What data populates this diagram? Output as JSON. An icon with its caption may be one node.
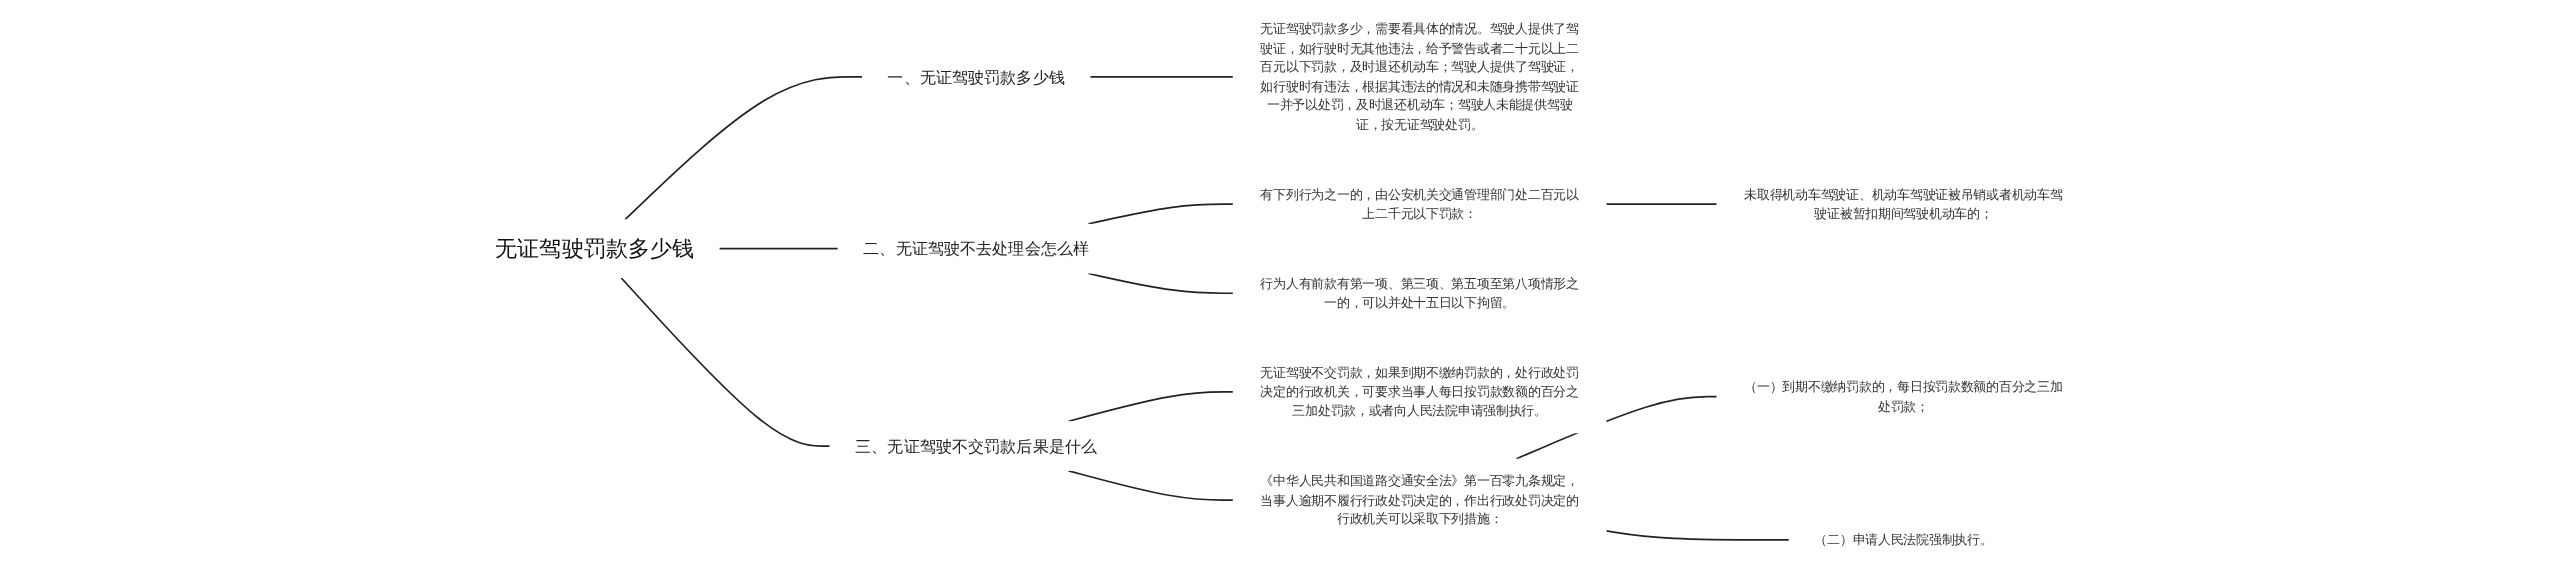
{
  "diagram": {
    "nodes": [
      {
        "text": [
          "无证驾驶罚款多少钱"
        ]
      },
      {
        "text": [
          "一、无证驾驶罚款多少钱"
        ]
      },
      {
        "text": [
          "无证驾驶罚款多少，需要看具体的情况。驾驶人提供了驾驶证，如行驶时无其他违法，给予警告或者二十元以上二百元以下罚款，及时退还机动车；驾驶人提供了驾驶证，如行驶时有违法，根据其违法的情况和未随身携带驾驶证一并予以处罚，及时退还机动车；驾驶人未能提供驾驶证，按无证驾驶处罚。"
        ]
      },
      {
        "text": [
          "二、无证驾驶不去处理会怎么样"
        ]
      },
      {
        "text": [
          "有下列行为之一的，由公安机关交通管理部门处二百元以上二千元以下罚款："
        ]
      },
      {
        "text": [
          "未取得机动车驾驶证、机动车驾驶证被吊销或者机动车驾驶证被暂扣期间驾驶机动车的；"
        ]
      },
      {
        "text": [
          "行为人有前款有第一项、第三项、第五项至第八项情形之一的，可以并处十五日以下拘留。"
        ]
      },
      {
        "text": [
          "三、无证驾驶不交罚款后果是什么"
        ]
      },
      {
        "text": [
          "无证驾驶不交罚款，如果到期不缴纳罚款的，处行政处罚决定的行政机关，可要求当事人每日按罚款数额的百分之三加处罚款，或者向人民法院申请强制执行。"
        ]
      },
      {
        "text": [
          "《中华人民共和国道路交通安全法》第一百零九条规定，当事人逾期不履行行政处罚决定的，作出行政处罚决定的行政机关可以采取下列措施："
        ]
      },
      {
        "text": [
          "（一）到期不缴纳罚款的，每日按罚款数额的百分之三加处罚款；"
        ]
      },
      {
        "text": [
          "（二）申请人民法院强制执行。"
        ]
      }
    ],
    "edges": [
      {
        "from": 0,
        "to": 1,
        "arrow": "none"
      },
      {
        "from": 1,
        "to": 2,
        "arrow": "none"
      },
      {
        "from": 0,
        "to": 3,
        "arrow": "none"
      },
      {
        "from": 3,
        "to": 4,
        "arrow": "none"
      },
      {
        "from": 4,
        "to": 5,
        "arrow": "none"
      },
      {
        "from": 3,
        "to": 6,
        "arrow": "none"
      },
      {
        "from": 0,
        "to": 7,
        "arrow": "none"
      },
      {
        "from": 7,
        "to": 8,
        "arrow": "none"
      },
      {
        "from": 7,
        "to": 9,
        "arrow": "none"
      },
      {
        "from": 9,
        "to": 10,
        "arrow": "none"
      },
      {
        "from": 9,
        "to": 11,
        "arrow": "none"
      }
    ]
  }
}
